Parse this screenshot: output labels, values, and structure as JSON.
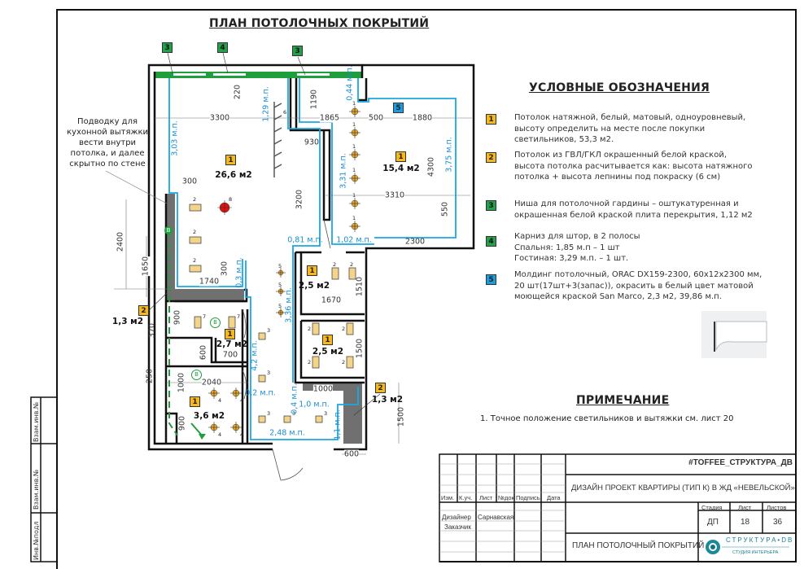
{
  "title": "ПЛАН ПОТОЛОЧНЫХ ПОКРЫТИЙ",
  "legend": {
    "heading": "УСЛОВНЫЕ ОБОЗНАЧЕНИЯ",
    "items": [
      {
        "badge": "1",
        "color": "#f6b81c",
        "lines": [
          "Потолок натяжной, белый, матовый, одноуровневый,",
          "высоту определить на месте после покупки",
          "светильников, 53,3 м2."
        ]
      },
      {
        "badge": "2",
        "color": "#f6b81c",
        "lines": [
          "Потолок из ГВЛ/ГКЛ окрашенный белой краской,",
          "высота потолка расчитывается как: высота натяжного",
          "потолка + высота лепнины под покраску (6 см)"
        ]
      },
      {
        "badge": "3",
        "color": "#22a04a",
        "lines": [
          "Ниша для потолочной гардины – оштукатуренная и",
          "окрашенная белой краской плита перекрытия, 1,12 м2"
        ]
      },
      {
        "badge": "4",
        "color": "#22a04a",
        "lines": [
          "Карниз для штор, в 2 полосы",
          "Спальня: 1,85 м.п – 1 шт",
          "Гостиная: 3,29 м.п. – 1 шт."
        ]
      },
      {
        "badge": "5",
        "color": "#1b9be0",
        "lines": [
          "Молдинг потолочный, ORAC DX159-2300, 60х12х2300 мм,",
          "20 шт(17шт+3(запас)), окрасить в белый цвет матовой",
          "моющейся краской San Marco, 2,3 м2, 39,86 м.п."
        ]
      }
    ]
  },
  "note": {
    "heading": "ПРИМЕЧАНИЕ",
    "text": "1. Точное положение светильников и вытяжки см. лист 20"
  },
  "annotation": [
    "Подводку для",
    "кухонной вытяжки",
    "вести внутри",
    "потолка, и далее",
    "скрытно по стене"
  ],
  "plan": {
    "badges": {
      "b1": "1",
      "b2": "2",
      "b3": "3",
      "b4": "4",
      "b5": "5"
    },
    "areas": {
      "living": "26,6 м2",
      "bedroom": "15,4 м2",
      "room_a": "2,5 м2",
      "room_b": "2,5 м2",
      "wc": "2,7 м2",
      "bath": "3,6 м2",
      "gkl_left": "1,3 м2",
      "gkl_right": "1,3 м2"
    },
    "dims": [
      "220",
      "1190",
      "3300",
      "1865",
      "500",
      "1880",
      "930",
      "4300",
      "300",
      "3200",
      "3310",
      "550",
      "2300",
      "2400",
      "1650",
      "1740",
      "300",
      "900",
      "370",
      "600",
      "700",
      "1510",
      "1670",
      "1500",
      "250",
      "2040",
      "1000",
      "1000",
      "900",
      "1500",
      "600"
    ],
    "moldings": [
      "1,29 м.п.",
      "0,44 м.п.",
      "3,03 м.п.",
      "3,31 м.п.",
      "3,75 м.п.",
      "0,81 м.п.",
      "1,02 м.п.",
      "0,3 м.п.",
      "4,2 м.п.",
      "3,36 м.п.",
      "0,2 м.п.",
      "0,4 м.п.",
      "1,0 м.п.",
      "1,1 м.п.",
      "2,48 м.п."
    ],
    "vent_label": "В",
    "fixture_labels": {
      "t1": "1",
      "t2": "2",
      "t3": "3",
      "t4": "4",
      "t5": "5",
      "t6": "6",
      "t7": "7",
      "t8": "8"
    }
  },
  "side_stamp": [
    "Взам.инв.№",
    "Взам.инв.№",
    "Инв.№подл"
  ],
  "title_block": {
    "hashtag": "#TOFFEE_СТРУКТУРА_ДВ",
    "project": "ДИЗАЙН ПРОЕКТ  КВАРТИРЫ     (ТИП К) В ЖД «НЕВЕЛЬСКОЙ»",
    "columns": [
      "Изм.",
      "К.уч.",
      "Лист",
      "№док",
      "Подпись",
      "Дата"
    ],
    "designer_label": "Дизайнер",
    "designer_name": "Сарнавская",
    "client_label": "Заказчик",
    "stage_label": "Стадия",
    "sheet_label": "Лист",
    "sheets_label": "Листов",
    "stage": "ДП",
    "sheet": "18",
    "sheets": "36",
    "drawing_name": "ПЛАН ПОТОЛОЧНЫЙ ПОКРЫТИЙ",
    "logo_name": "СТРУКТУРА•DB",
    "logo_sub": "СТУДИЯ ИНТЕРЬЕРА"
  }
}
